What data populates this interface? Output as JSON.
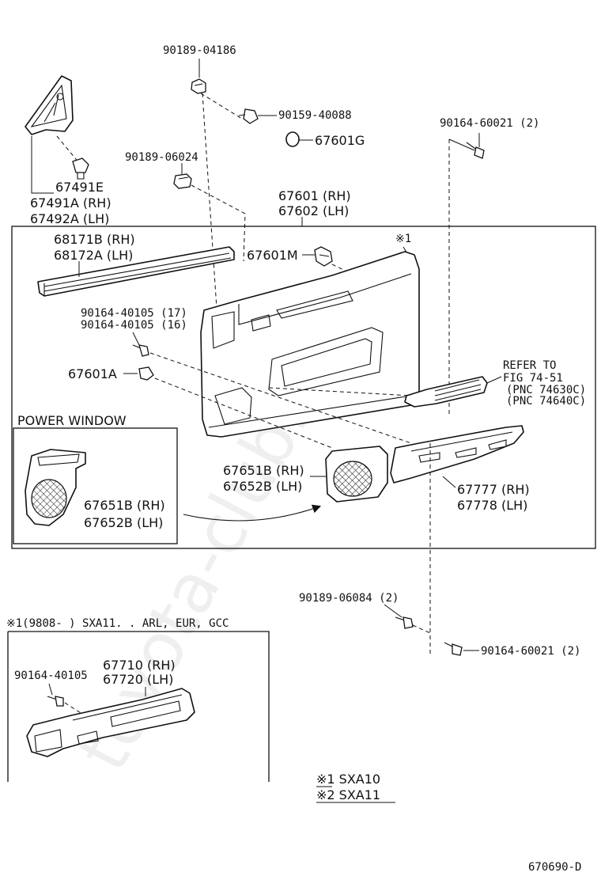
{
  "diagram_id": "670690-D",
  "watermark": "toyota-club.ru",
  "labels": {
    "p90189_04186": "90189-04186",
    "p90159_40088": "90159-40088",
    "p67601G": "67601G",
    "p90164_60021_top": "90164-60021 (2)",
    "p90189_06024": "90189-06024",
    "p67491E": "67491E",
    "p67491A": "67491A (RH)",
    "p67492A": "67492A (LH)",
    "p67601": "67601 (RH)",
    "p67602": "67602 (LH)",
    "p68171B": "68171B (RH)",
    "p68172A": "68172A (LH)",
    "p67601M": "67601M",
    "note1_mark": "※1",
    "p90164_40105_17": "90164-40105 (17)",
    "p90164_40105_16": "90164-40105 (16)",
    "p67601A": "67601A",
    "refer_to": "REFER TO",
    "refer_fig": "FIG 74-51",
    "refer_pnc1": "(PNC 74630C)",
    "refer_pnc2": "(PNC 74640C)",
    "power_window": "POWER WINDOW",
    "pw_67651B": "67651B (RH)",
    "pw_67652B": "67652B (LH)",
    "p67651B": "67651B (RH)",
    "p67652B": "67652B (LH)",
    "p67777": "67777 (RH)",
    "p67778": "67778 (LH)",
    "p90189_06084": "90189-06084 (2)",
    "p90164_60021_bot": "90164-60021 (2)",
    "variant_header": "※1(9808-        ) SXA11. . ARL, EUR, GCC",
    "v_90164_40105": "90164-40105",
    "v_67710": "67710 (RH)",
    "v_67720": "67720 (LH)",
    "legend1": "※1 SXA10",
    "legend2": "※2 SXA11"
  }
}
